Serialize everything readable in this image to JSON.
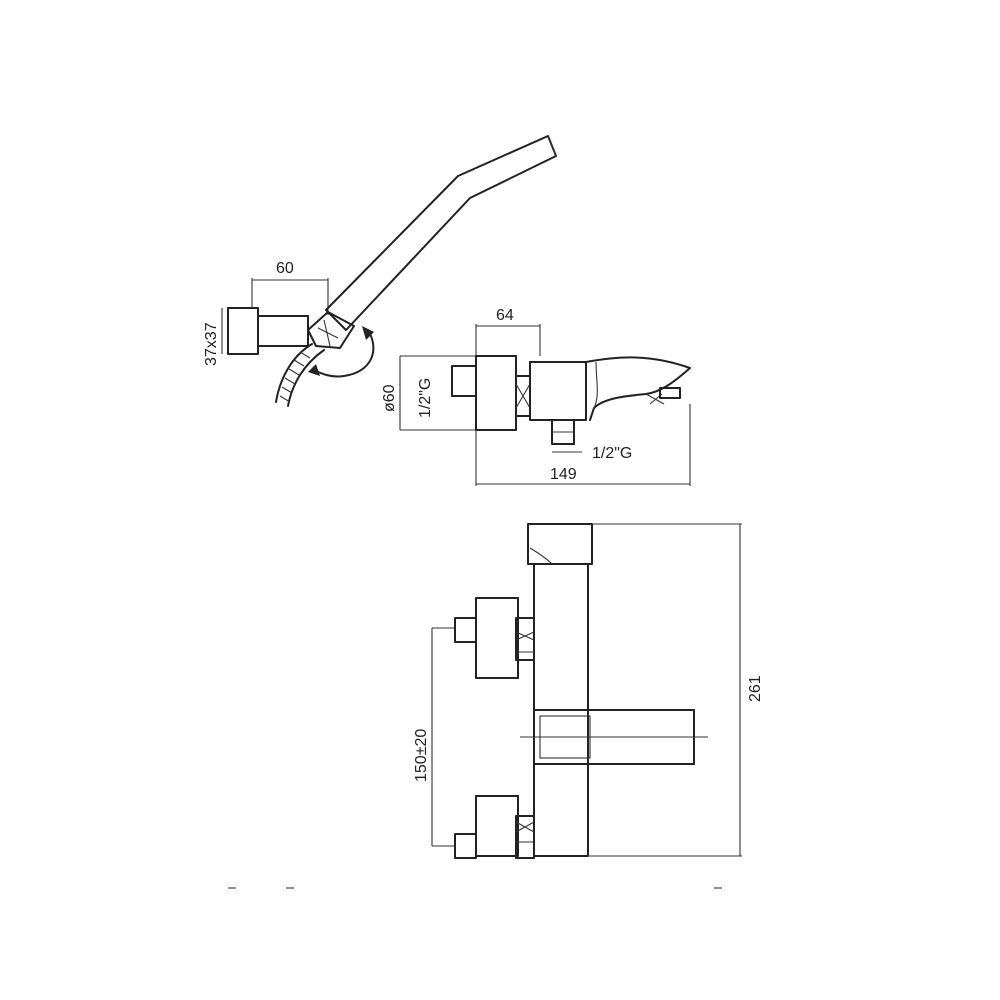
{
  "drawing": {
    "dimensions": {
      "shower_holder_width": "60",
      "shower_holder_section": "37x37",
      "body_depth": "64",
      "body_height": "ø60",
      "inlet_thread": "1/2\"G",
      "outlet_thread": "1/2\"G",
      "spout_length": "149",
      "inlet_centers": "150±20",
      "total_height": "261"
    },
    "colors": {
      "line": "#222222",
      "background": "#ffffff"
    }
  }
}
